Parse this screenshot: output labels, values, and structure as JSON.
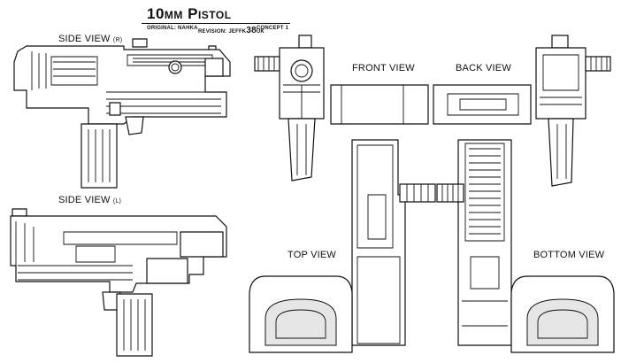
{
  "sheet": {
    "title": "10mm Pistol",
    "original_label": "ORIGINAL: NAHKA",
    "revision_label": "REVISION: JEFFK",
    "revision_number": "38",
    "revision_suffix": "UK",
    "concept_label": "CONCEPT 1"
  },
  "views": {
    "side_right": {
      "label": "SIDE VIEW",
      "suffix": "(R)"
    },
    "side_left": {
      "label": "SIDE VIEW",
      "suffix": "(L)"
    },
    "front": {
      "label": "FRONT VIEW"
    },
    "back": {
      "label": "BACK VIEW"
    },
    "top": {
      "label": "TOP VIEW"
    },
    "bottom": {
      "label": "BOTTOM VIEW"
    }
  },
  "colors": {
    "line": "#111111",
    "paper": "#ffffff",
    "shade": "#e6e6e6"
  }
}
